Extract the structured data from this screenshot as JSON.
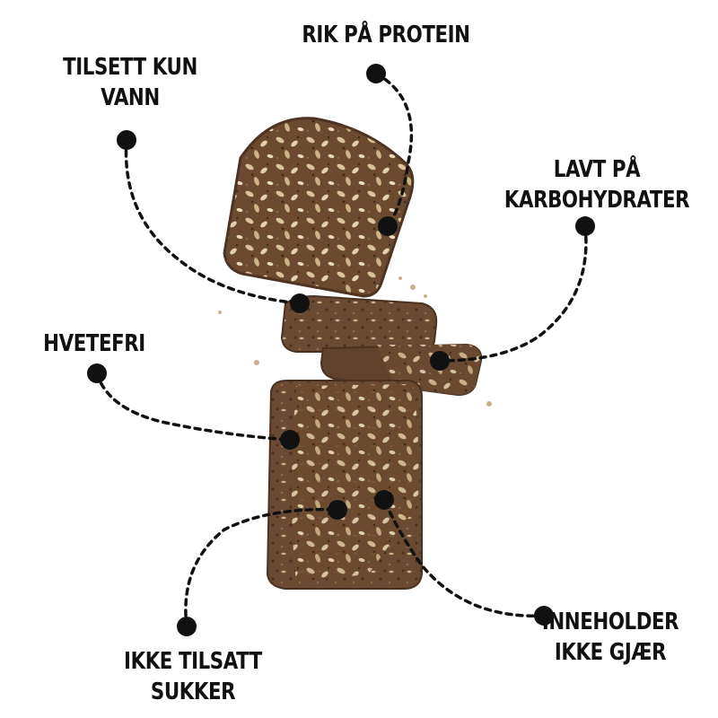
{
  "colors": {
    "ink": "#111111",
    "crust": "#5a3a24",
    "crumb": "#6f4e33",
    "seed": "#d9c49a",
    "background": "#ffffff"
  },
  "bread_image": {
    "icon": "seeded-bread-slices"
  },
  "callouts": [
    {
      "id": "protein",
      "lines": [
        "RIK PÅ PROTEIN"
      ]
    },
    {
      "id": "water",
      "lines": [
        "TILSETT KUN",
        "VANN"
      ]
    },
    {
      "id": "carbs",
      "lines": [
        "LAVT PÅ",
        "KARBOHYDRATER"
      ]
    },
    {
      "id": "wheat",
      "lines": [
        "HVETEFRI"
      ]
    },
    {
      "id": "sugar",
      "lines": [
        "IKKE TILSATT",
        "SUKKER"
      ]
    },
    {
      "id": "yeast",
      "lines": [
        "INNEHOLDER",
        "IKKE GJÆR"
      ]
    }
  ]
}
